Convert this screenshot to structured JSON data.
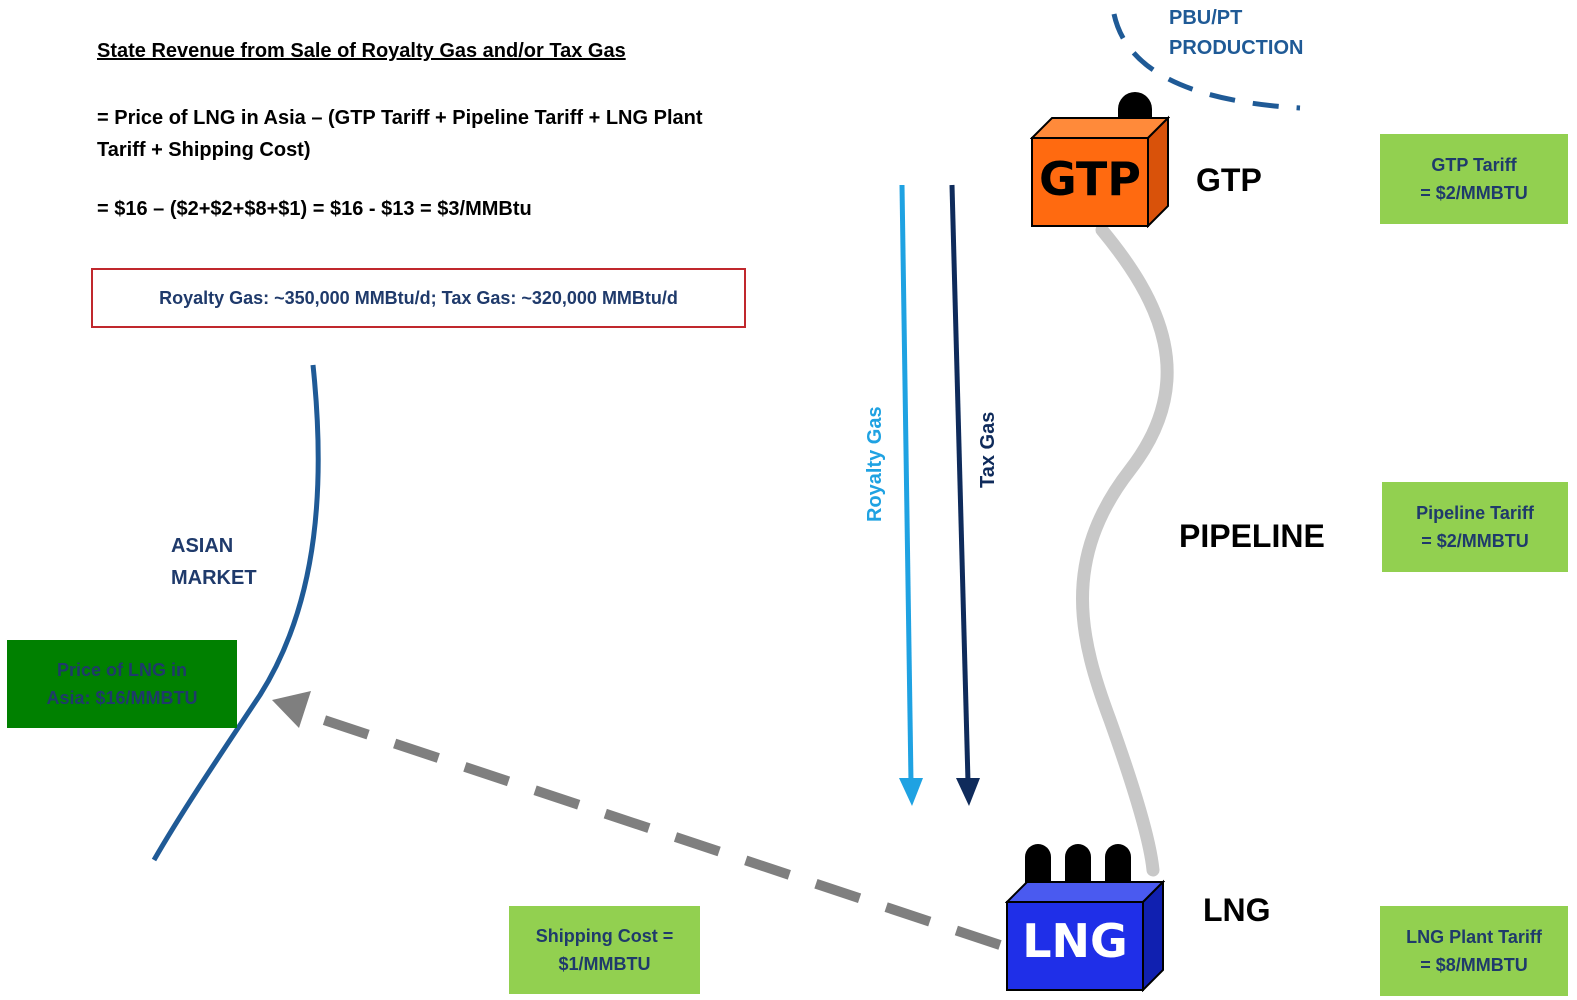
{
  "heading": "State Revenue from Sale of Royalty Gas and/or Tax Gas",
  "formula_line1": "= Price of LNG in Asia – (GTP Tariff + Pipeline Tariff + LNG Plant Tariff + Shipping Cost)",
  "formula_line2": "=  $16 – ($2+$2+$8+$1) = $16 - $13 = $3/MMBtu",
  "gas_volumes": "Royalty Gas: ~350,000 MMBtu/d; Tax Gas: ~320,000 MMBtu/d",
  "production": {
    "line1": "PBU/PT",
    "line2": "PRODUCTION"
  },
  "stages": {
    "gtp": "GTP",
    "pipeline": "PIPELINE",
    "lng": "LNG"
  },
  "plant_labels": {
    "gtp": "GTP",
    "lng": "LNG"
  },
  "flows": {
    "royalty": "Royalty Gas",
    "tax": "Tax Gas"
  },
  "market": {
    "line1": "ASIAN",
    "line2": "MARKET"
  },
  "tariffs": {
    "gtp": {
      "line1": "GTP Tariff",
      "line2": "= $2/MMBTU"
    },
    "pipeline": {
      "line1": "Pipeline Tariff",
      "line2": "= $2/MMBTU"
    },
    "lng": {
      "line1": "LNG Plant Tariff",
      "line2": "= $8/MMBTU"
    },
    "shipping": {
      "line1": "Shipping Cost =",
      "line2": "$1/MMBTU"
    },
    "asia_price": {
      "line1": "Price of LNG in",
      "line2": "Asia: $16/MMBTU"
    }
  },
  "colors": {
    "royalty_arrow": "#1fa2e2",
    "tax_arrow": "#0f2b5b",
    "market_curve": "#1f5a96",
    "pipeline": "#c8c8c8",
    "shipping_arrow": "#7f7f7f",
    "gtp_plant": "#ff6a10",
    "lng_plant": "#1f2fe8",
    "tariff_box": "#92d050",
    "price_box": "#008000"
  }
}
